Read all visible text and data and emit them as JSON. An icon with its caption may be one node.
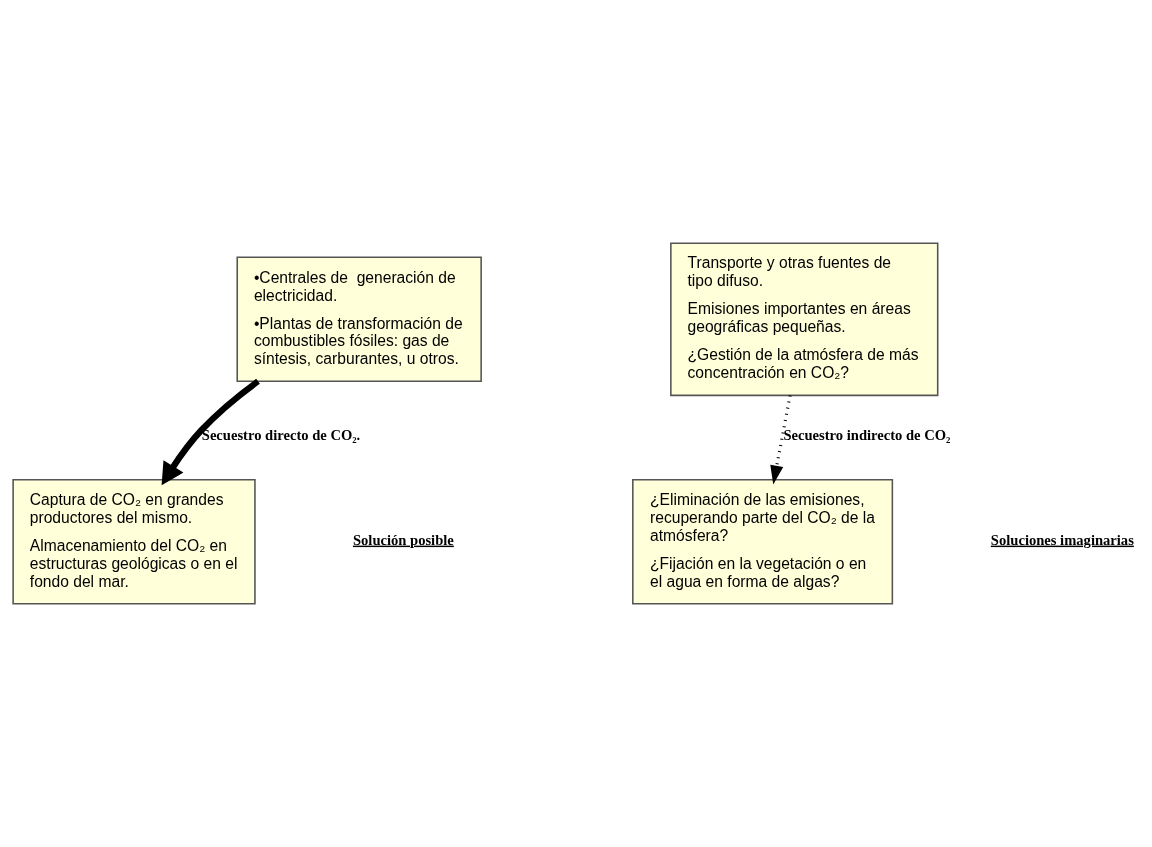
{
  "diagram": {
    "nodes": [
      {
        "text": [
          "•Centrales de  generación de electricidad.",
          "•Plantas de transformación de combustibles fósiles: gas de síntesis, carburantes, u otros."
        ]
      },
      {
        "text": [
          "Transporte y otras fuentes de tipo difuso.",
          "Emisiones importantes en áreas geográficas pequeñas.",
          "¿Gestión de la atmósfera de más concentración en CO₂?"
        ]
      },
      {
        "text": [
          "Captura de CO₂ en grandes productores del mismo.",
          "Almacenamiento del CO₂ en estructuras geológicas o en el fondo del mar."
        ]
      },
      {
        "text": [
          "¿Eliminación de las emisiones, recuperando parte del CO₂ de la atmósfera?",
          "¿Fijación en la vegetación o en el agua en forma de algas?"
        ]
      }
    ],
    "edges": [
      {
        "from": 0,
        "to": 2,
        "arrow": "to",
        "label": "Secuestro directo de CO₂.",
        "style": "thick"
      },
      {
        "from": 1,
        "to": 3,
        "arrow": "to",
        "label": "Secuestro indirecto de CO₂",
        "style": "dashed"
      }
    ],
    "labels": [
      "Solución posible",
      "Soluciones imaginarias"
    ]
  }
}
